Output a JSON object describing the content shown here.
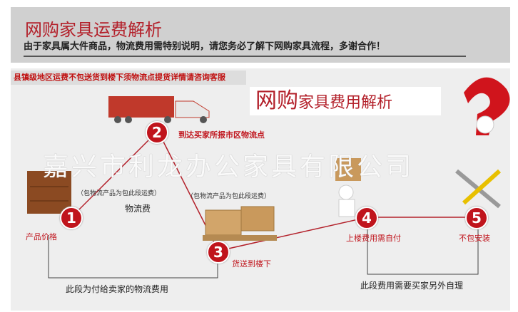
{
  "header": {
    "title": "网购家具运费解析",
    "subtitle": "由于家具属大件商品，物流费用需特别说明，请您务必了解下网购家具流程，多谢合作！"
  },
  "notice": "县镇级地区运费不包送货到楼下须物流点提货详情请咨询客服",
  "graphic_title": {
    "big": "网购",
    "rest": "家具费用解析"
  },
  "watermark": "嘉兴市利龙办公家具有限公司",
  "steps": [
    {
      "num": "1",
      "label": "产品价格"
    },
    {
      "num": "2",
      "label": "物流费"
    },
    {
      "num": "3",
      "label": "货送到楼下"
    },
    {
      "num": "4",
      "label": "上楼费用需自付"
    },
    {
      "num": "5",
      "label": "不包安装"
    }
  ],
  "diag_left": "（包物流产品为包此段运费）",
  "diag_right": "（包物流产品为包此段运费）",
  "arrive": "到达买家所报市区物流点",
  "bracket_left": "此段为付给卖家的物流费用",
  "bracket_right": "此段费用需要买家另外自理"
}
